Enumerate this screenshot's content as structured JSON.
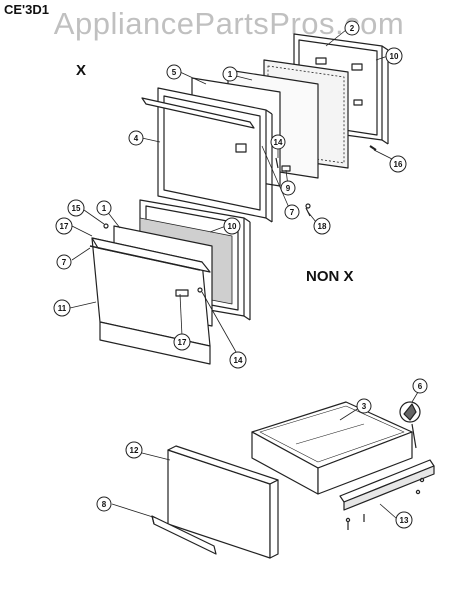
{
  "header": {
    "model": "CE'3D1",
    "watermark": "AppliancePartsPros.com",
    "x_label": "X",
    "nonx_label": "NON X"
  },
  "callouts": {
    "c1a": "1",
    "c5": "5",
    "c2": "2",
    "c10a": "10",
    "c4": "4",
    "c14a": "14",
    "c7a": "7",
    "c9": "9",
    "c16": "16",
    "c18": "18",
    "c15": "15",
    "c1b": "1",
    "c10b": "10",
    "c17a": "17",
    "c7b": "7",
    "c11": "11",
    "c17b": "17",
    "c14b": "14",
    "c6": "6",
    "c3": "3",
    "c12": "12",
    "c8": "8",
    "c13": "13"
  }
}
